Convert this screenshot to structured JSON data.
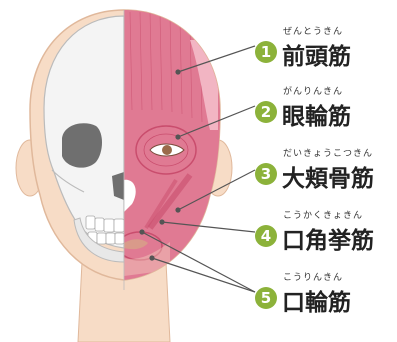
{
  "labels": [
    {
      "number": "1",
      "reading": "ぜんとうきん",
      "name": "前頭筋"
    },
    {
      "number": "2",
      "reading": "がんりんきん",
      "name": "眼輪筋"
    },
    {
      "number": "3",
      "reading": "だいきょうこつきん",
      "name": "大頬骨筋"
    },
    {
      "number": "4",
      "reading": "こうかくきょきん",
      "name": "口角挙筋"
    },
    {
      "number": "5",
      "reading": "こうりんきん",
      "name": "口輪筋"
    }
  ],
  "colors": {
    "skin": "#f7dcc6",
    "skull": "#f4f4f4",
    "skull_shadow": "#d8d8d8",
    "muscle": "#e07a93",
    "muscle_dark": "#c94d6d",
    "badge": "#8cb23a",
    "leader_line": "#555555"
  }
}
